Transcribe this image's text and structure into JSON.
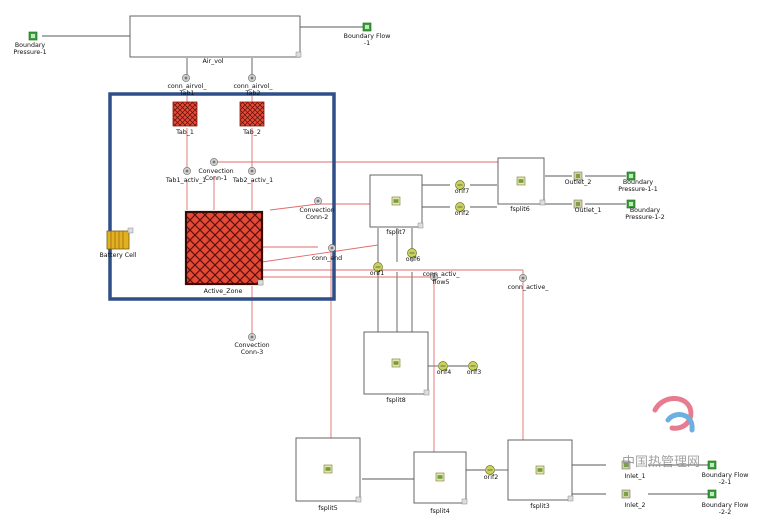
{
  "diagram": {
    "labels": {
      "bp1": "Boundary",
      "bp1b": "Pressure-1",
      "air_vol": "Air_vol",
      "bf1": "Boundary Flow",
      "bf1b": "-1",
      "cav1": "conn_airvol_",
      "cav1b": "Tab1",
      "cav2": "conn_airvol_",
      "cav2b": "Tab2",
      "tab1": "Tab_1",
      "tab2": "Tab_2",
      "cc1": "Convection",
      "cc1b": "Conn-1",
      "ta1": "Tab1_activ_1",
      "ta2": "Tab2_activ_1",
      "cc2": "Convection",
      "cc2b": "Conn-2",
      "conn_end": "conn_end",
      "battery": "Battery Cell",
      "active": "Active_Zone",
      "cc3": "Convection",
      "cc3b": "Conn-3",
      "fsplit7": "fsplit7",
      "fsplit6": "fsplit6",
      "fsplit8": "fsplit8",
      "fsplit5": "fsplit5",
      "fsplit4": "fsplit4",
      "fsplit3": "fsplit3",
      "orif7": "orif7",
      "orif2top": "orif2",
      "orif1": "orif1",
      "orif6": "orif6",
      "orif4": "orif4",
      "orif3": "orif3",
      "orif2": "orif2",
      "conn_activ": "conn_activ_",
      "flow5": "flow5",
      "conn_active": "conn_active_",
      "outlet2": "Outlet_2",
      "outlet1": "Outlet_1",
      "bp11": "Boundary",
      "bp11b": "Pressure-1-1",
      "bp12": "Boundary",
      "bp12b": "Pressure-1-2",
      "inlet1": "Inlet_1",
      "inlet2": "Inlet_2",
      "bf21": "Boundary Flow",
      "bf21b": "-2-1",
      "bf22": "Boundary Flow",
      "bf22b": "-2-2",
      "watermark": "中国热管理网"
    },
    "colors": {
      "frame": "#2e4f88",
      "link_red": "#e06c6c",
      "link_gray": "#5a5a5a",
      "node_green": "#3aa23a",
      "hatch_red": "#d94030",
      "orifice": "#b6c23a"
    }
  }
}
